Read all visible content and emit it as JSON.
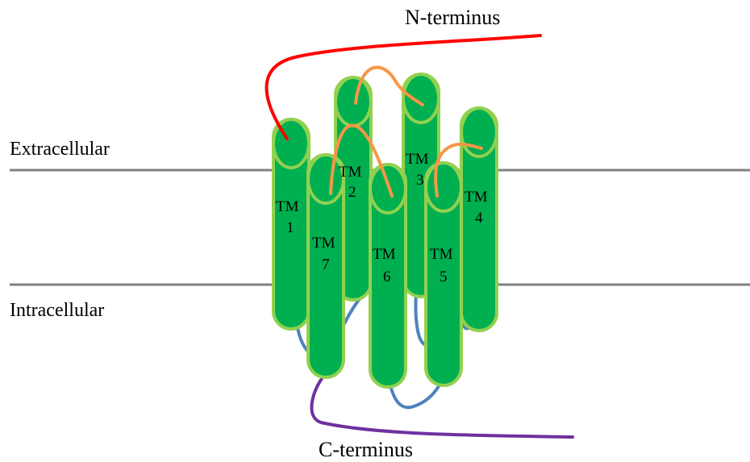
{
  "labels": {
    "extracellular": "Extracellular",
    "intracellular": "Intracellular",
    "n_terminus": "N-terminus",
    "c_terminus": "C-terminus"
  },
  "helices": [
    {
      "id": "tm1",
      "line1": "TM",
      "line2": "1"
    },
    {
      "id": "tm2",
      "line1": "TM",
      "line2": "2"
    },
    {
      "id": "tm3",
      "line1": "TM",
      "line2": "3"
    },
    {
      "id": "tm4",
      "line1": "TM",
      "line2": "4"
    },
    {
      "id": "tm5",
      "line1": "TM",
      "line2": "5"
    },
    {
      "id": "tm6",
      "line1": "TM",
      "line2": "6"
    },
    {
      "id": "tm7",
      "line1": "TM",
      "line2": "7"
    }
  ],
  "colors": {
    "membrane": "#808080",
    "helix_fill": "#00b050",
    "helix_outline": "#92d050",
    "n_terminus": "#ff0000",
    "c_terminus": "#7030a0",
    "extracellular_loop": "#f79646",
    "intracellular_loop": "#4f81bd"
  }
}
